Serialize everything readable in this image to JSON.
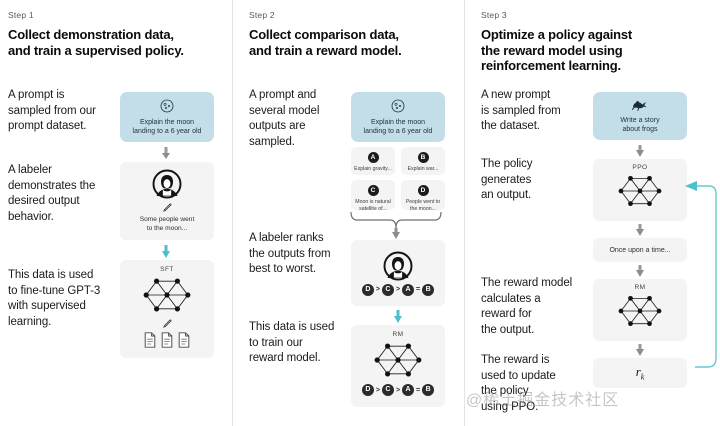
{
  "columns": [
    {
      "step_label": "Step 1",
      "title": "Collect demonstration data,\nand train a supervised policy.",
      "paragraphs": [
        "A prompt is\nsampled from our\nprompt dataset.",
        "A labeler\ndemonstrates the\ndesired output\nbehavior.",
        "This data is used\nto fine-tune GPT-3\nwith supervised\nlearning."
      ],
      "prompt_card": {
        "icon": "moon-icon",
        "text": "Explain the moon\nlanding to a 6 year old"
      },
      "labeler_card": {
        "icon": "labeler-avatar-icon",
        "pencil": "pencil-icon",
        "text": "Some people went\nto the moon..."
      },
      "model_card": {
        "label": "SFT",
        "icon": "neural-network-icon",
        "pencil": "pencil-icon",
        "docs": "document-icon"
      }
    },
    {
      "step_label": "Step 2",
      "title": "Collect comparison data,\nand train a reward model.",
      "paragraphs": [
        "A prompt and\nseveral model\noutputs are\nsampled.",
        "A labeler ranks\nthe outputs from\nbest to worst.",
        "This data is used\nto train our\nreward model."
      ],
      "prompt_card": {
        "icon": "moon-icon",
        "text": "Explain the moon\nlanding to a 6 year old"
      },
      "outputs": [
        {
          "badge": "A",
          "text": "Explain gravity..."
        },
        {
          "badge": "B",
          "text": "Explain war..."
        },
        {
          "badge": "C",
          "text": "Moon is natural\nsatellite of..."
        },
        {
          "badge": "D",
          "text": "People went to\nthe moon..."
        }
      ],
      "ranking": [
        {
          "badge": "D",
          "op": ">"
        },
        {
          "badge": "C",
          "op": ">"
        },
        {
          "badge": "A",
          "op": "="
        },
        {
          "badge": "B",
          "op": ""
        }
      ],
      "labeler_card": {
        "icon": "labeler-avatar-icon"
      },
      "model_card": {
        "label": "RM",
        "icon": "neural-network-icon"
      }
    },
    {
      "step_label": "Step 3",
      "title": "Optimize a policy against\nthe reward model using\nreinforcement learning.",
      "paragraphs": [
        "A new prompt\nis sampled from\nthe dataset.",
        "The policy\ngenerates\nan output.",
        "The reward model\ncalculates a\nreward for\nthe output.",
        "The reward is\nused to update\nthe policy\nusing PPO."
      ],
      "prompt_card": {
        "icon": "frog-icon",
        "text": "Write a story\nabout frogs"
      },
      "policy_card": {
        "label": "PPO",
        "icon": "neural-network-icon"
      },
      "output_card": {
        "text": "Once upon a time..."
      },
      "reward_card": {
        "label": "RM",
        "icon": "neural-network-icon"
      },
      "reward_value": {
        "symbol": "r",
        "subscript": "k"
      },
      "feedback_loop": "feedback-arrow-icon"
    }
  ],
  "watermark": "@稀土掘金技术社区",
  "colors": {
    "prompt_card_bg": "#c3dee9",
    "gray_card_bg": "#f4f4f4",
    "teal_arrow": "#4cbfc8",
    "gray_arrow": "#9a9a9a",
    "divider": "#e3e3e3",
    "title_text": "#0b0b0b",
    "body_text": "#1b1b1b",
    "step_text": "#595959"
  }
}
